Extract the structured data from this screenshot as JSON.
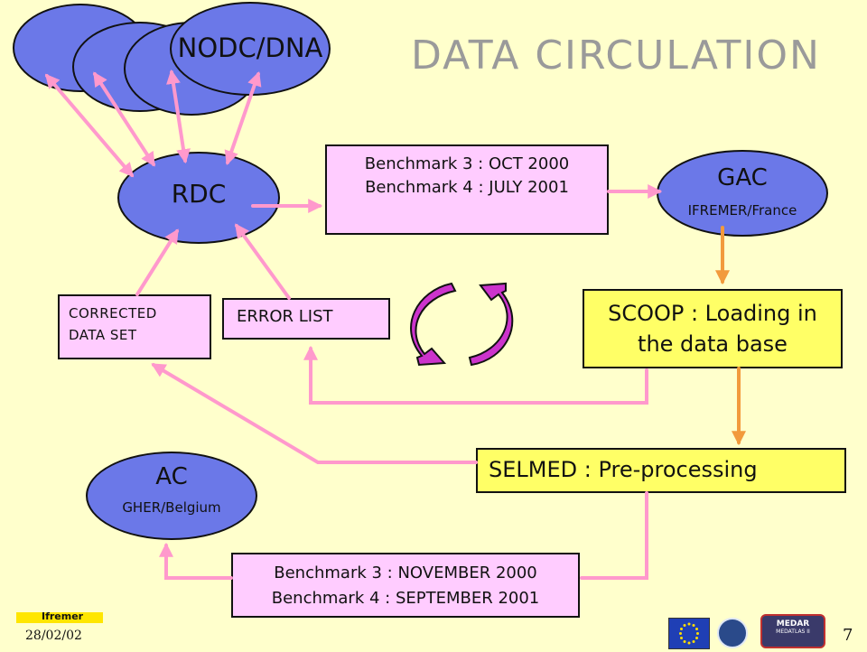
{
  "title": "DATA CIRCULATION",
  "nodes": {
    "nodc": {
      "label": "NODC/DNA"
    },
    "rdc": {
      "label": "RDC"
    },
    "gac": {
      "label": "GAC",
      "sublabel": "IFREMER/France"
    },
    "ac": {
      "label": "AC",
      "sublabel": "GHER/Belgium"
    }
  },
  "boxes": {
    "benchmark_top": {
      "lines": [
        "Benchmark 3 : OCT 2000",
        "Benchmark 4 : JULY 2001"
      ]
    },
    "corrected": {
      "lines": [
        "CORRECTED",
        "DATA SET"
      ]
    },
    "error_list": {
      "label": "ERROR LIST"
    },
    "scoop": {
      "lines": [
        "SCOOP : Loading in",
        "the data base"
      ]
    },
    "selmed": {
      "label": "SELMED : Pre-processing"
    },
    "benchmark_bottom": {
      "lines": [
        "Benchmark 3 : NOVEMBER 2000",
        "Benchmark 4 : SEPTEMBER 2001"
      ]
    }
  },
  "footer": {
    "date": "28/02/02",
    "page": "7",
    "logo_text": "Ifremer",
    "medar_title": "MEDAR",
    "medar_sub": "MEDATLAS II"
  },
  "colors": {
    "background": "#ffffcc",
    "ellipse": "#6b78e8",
    "pink_box": "#ffccff",
    "yellow_box": "#ffff66",
    "pink_arrow": "#ff99cc",
    "orange_arrow": "#f29a3c",
    "cycle_fill": "#cc33cc"
  },
  "icons": [
    "cycle-arrows-icon",
    "eu-flag-icon",
    "institution-logo-icon",
    "medar-logo-icon"
  ]
}
